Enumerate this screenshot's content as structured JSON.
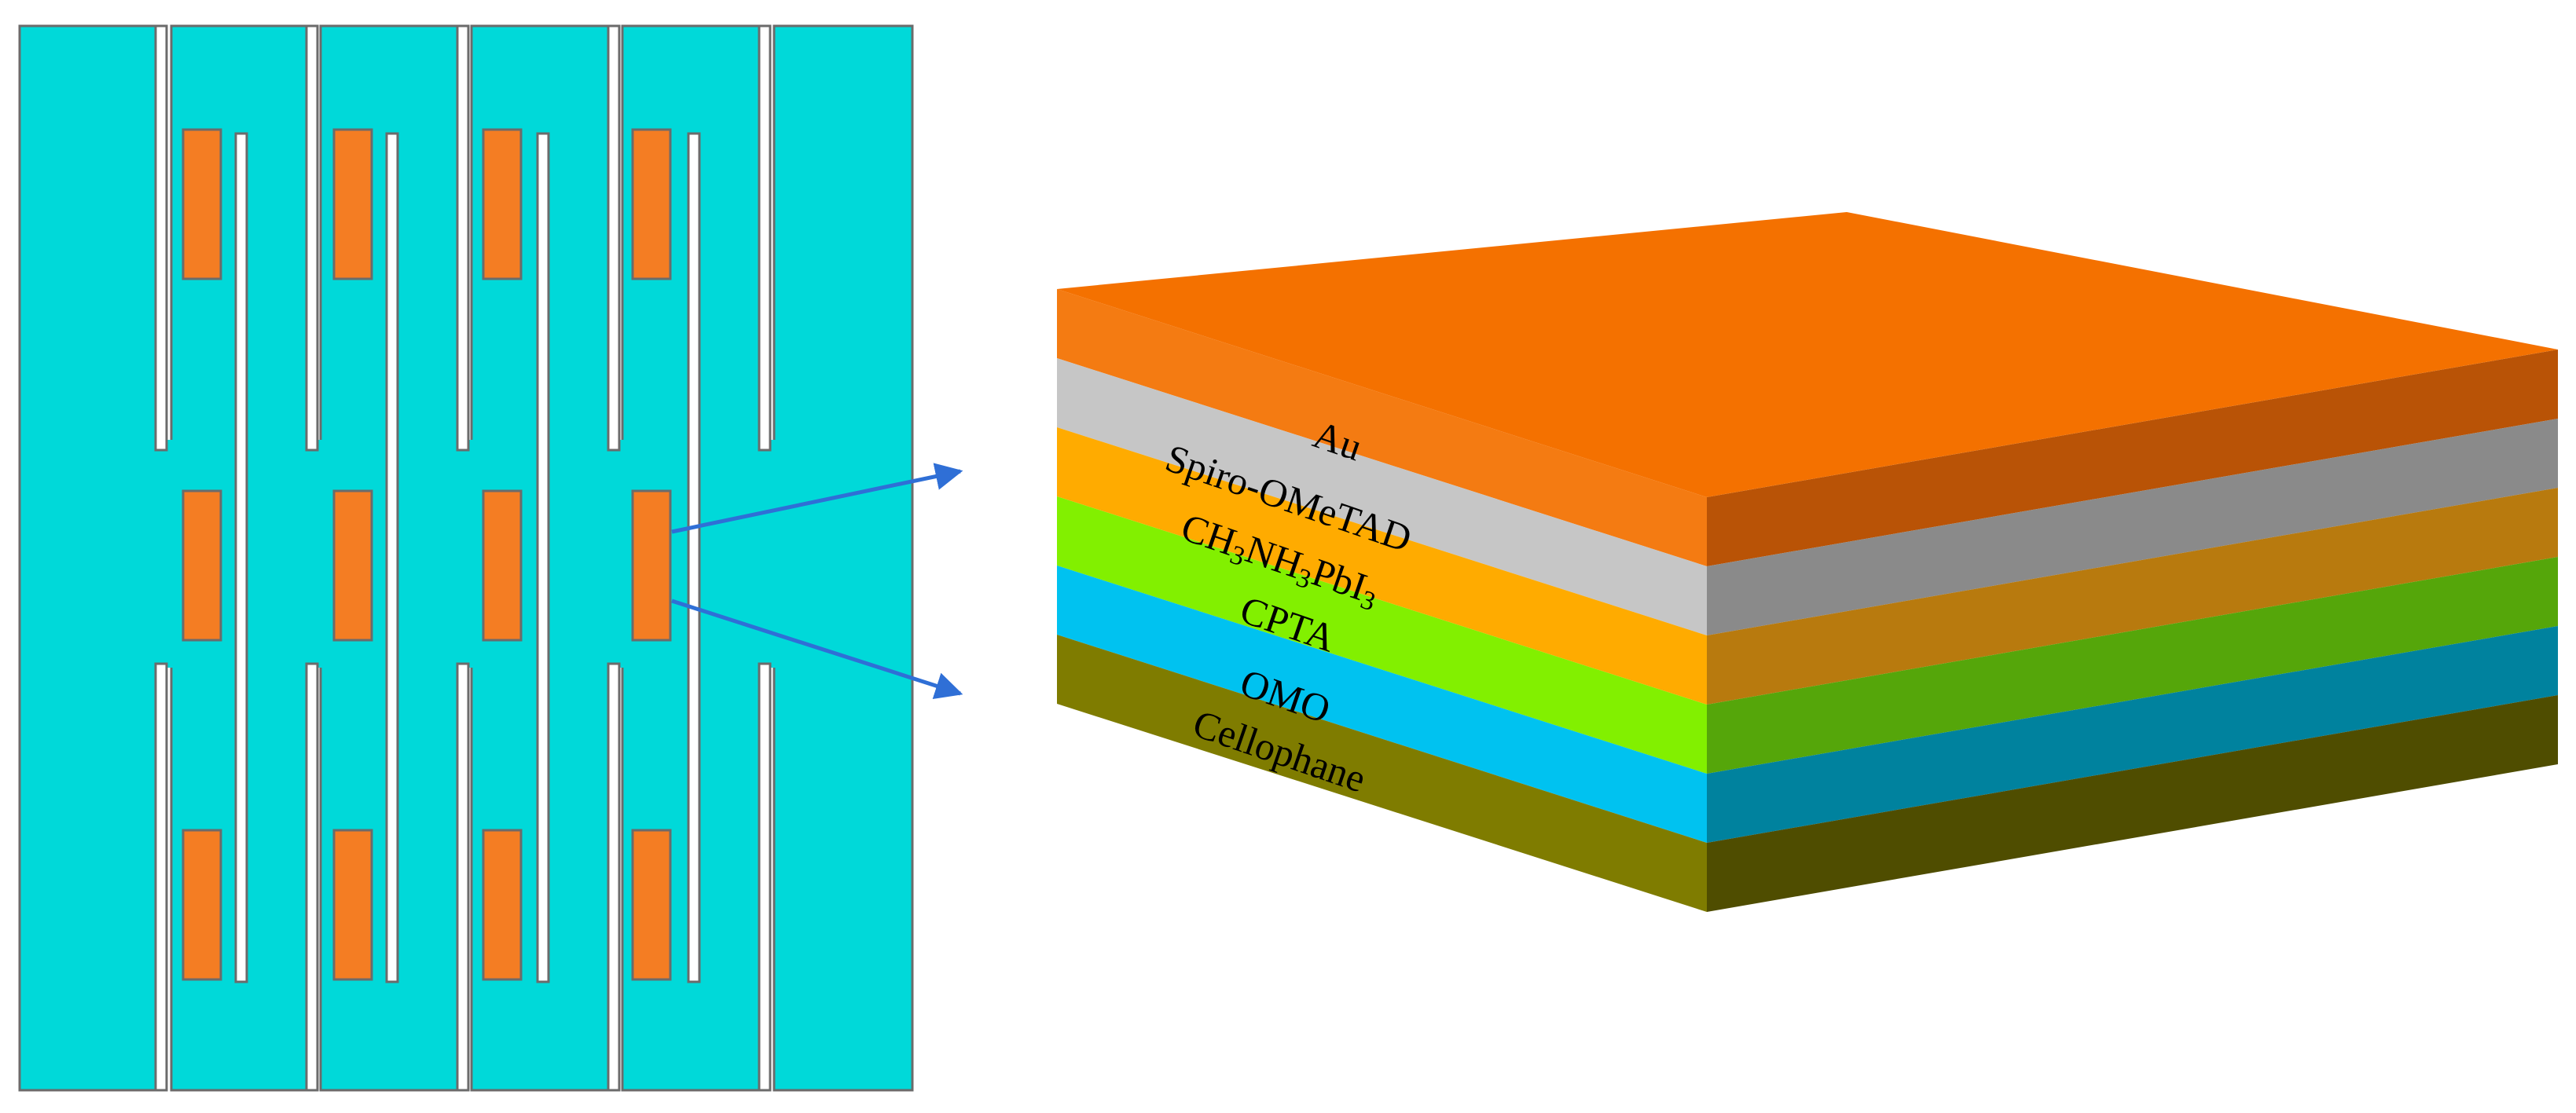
{
  "colors": {
    "background": "#ffffff",
    "kirigami_pattern": "#00d9d9",
    "kirigami_outline": "#6b6b6b",
    "solar_cell": "#f47d23",
    "arrow": "#2f6fd6",
    "label_text": "#000000"
  },
  "kirigami_pattern": {
    "columns": 6,
    "solar_cell_rows": 3,
    "solar_cell_columns": 4
  },
  "device_stack": {
    "layers": [
      {
        "id": "au",
        "label": "Au",
        "front": "#f47b12",
        "side": "#b95306"
      },
      {
        "id": "spiro",
        "label": "Spiro-OMeTAD",
        "front": "#c6c6c6",
        "side": "#8a8a8a"
      },
      {
        "id": "perovskite",
        "label_parts": [
          "CH",
          "3",
          "NH",
          "3",
          "PbI",
          "3"
        ],
        "front": "#ffab00",
        "side": "#b87a0e"
      },
      {
        "id": "cpta",
        "label": "CPTA",
        "front": "#82f000",
        "side": "#55a60a"
      },
      {
        "id": "omo",
        "label": "OMO",
        "front": "#00c2f0",
        "side": "#00829e"
      },
      {
        "id": "cellophane",
        "label": "Cellophane",
        "front": "#7f7c00",
        "side": "#4f4d00"
      }
    ],
    "top_color": "#f47100"
  }
}
